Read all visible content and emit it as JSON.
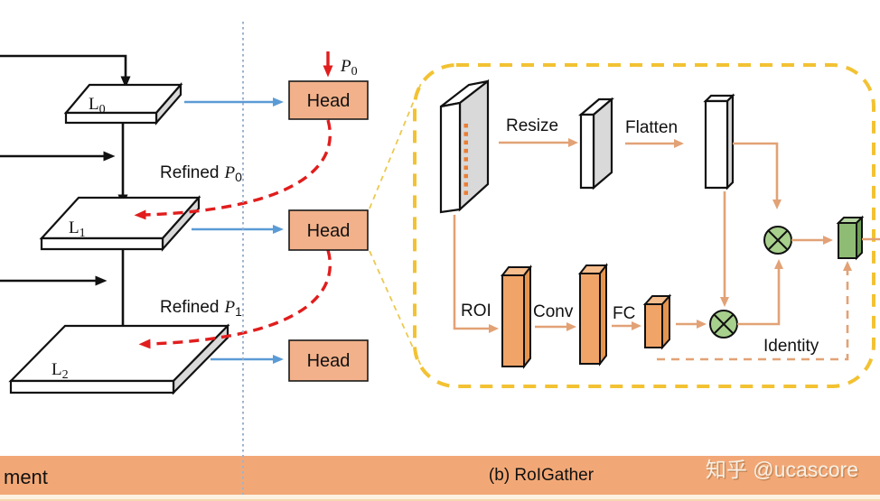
{
  "figure": {
    "left_panel": {
      "layers": [
        {
          "name": "L",
          "sub": "0"
        },
        {
          "name": "L",
          "sub": "1"
        },
        {
          "name": "L",
          "sub": "2"
        }
      ],
      "head_label": "Head",
      "proposal": {
        "p": "P",
        "sub": "0"
      },
      "refined_labels": [
        {
          "prefix": "Refined",
          "p": "P",
          "sub": "0"
        },
        {
          "prefix": "Refined",
          "p": "P",
          "sub": "1"
        }
      ]
    },
    "roigather": {
      "labels": {
        "resize": "Resize",
        "flatten": "Flatten",
        "roi": "ROI",
        "conv": "Conv",
        "fc": "FC",
        "identity": "Identity"
      }
    },
    "footer": {
      "left_fragment": "ment",
      "caption": "(b) RoIGather",
      "watermark": "知乎 @ucascore"
    },
    "colors": {
      "head_fill": "#f2b18a",
      "footer_fill": "#f2a876",
      "footer_under_strip": "#fcf2e2",
      "accent_blue": "#5b9bd5",
      "accent_red": "#e11d1d",
      "dashed_gold": "#f2c233",
      "salmon_arrow": "#e2a276",
      "column_orange": "#f0a467",
      "green_fill": "#a8d08d",
      "green_box": "#8fbc74",
      "gray_face": "#d9d9d9",
      "dot_orange": "#ed7d31",
      "separator_blue": "#9db3cc"
    }
  }
}
